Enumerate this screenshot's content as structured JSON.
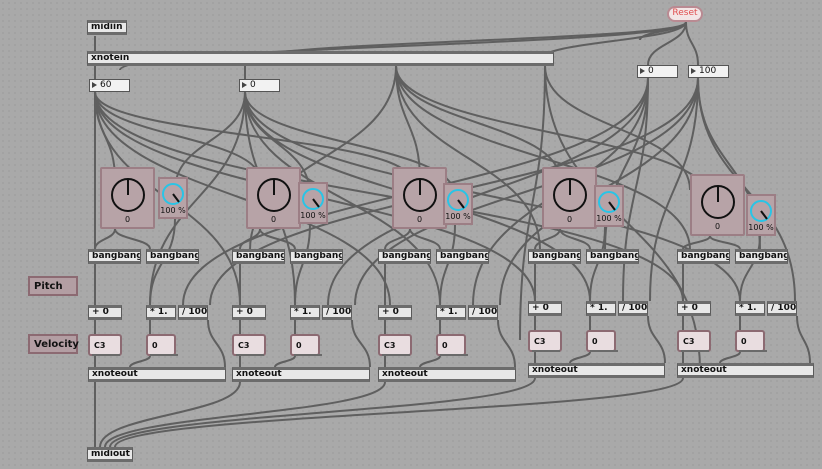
{
  "objects": {
    "midiin": "midiin",
    "xnotein": "xnotein",
    "midiout": "midiout",
    "reset": "Reset",
    "pitch_label": "Pitch",
    "velocity_label": "Velocity",
    "bangbang": "bangbang",
    "plus0": "+ 0",
    "mul1": "* 1.",
    "div100": "/ 100",
    "xnoteout": "xnoteout",
    "note_c3": "C3",
    "vel_zero": "0"
  },
  "inputs": {
    "pitch_in": "60",
    "velocity_in": "0",
    "min_value": "0",
    "max_value": "100"
  },
  "dials": [
    {
      "value": "0",
      "pct": "100 %"
    },
    {
      "value": "0",
      "pct": "100 %"
    },
    {
      "value": "0",
      "pct": "100 %"
    },
    {
      "value": "0",
      "pct": "100 %"
    },
    {
      "value": "0",
      "pct": "100 %"
    }
  ],
  "colors": {
    "background": "#a9a9a9",
    "wire": "#5f5f5f",
    "dial_accent": "#29c4e6",
    "reset_text": "#e05050"
  }
}
